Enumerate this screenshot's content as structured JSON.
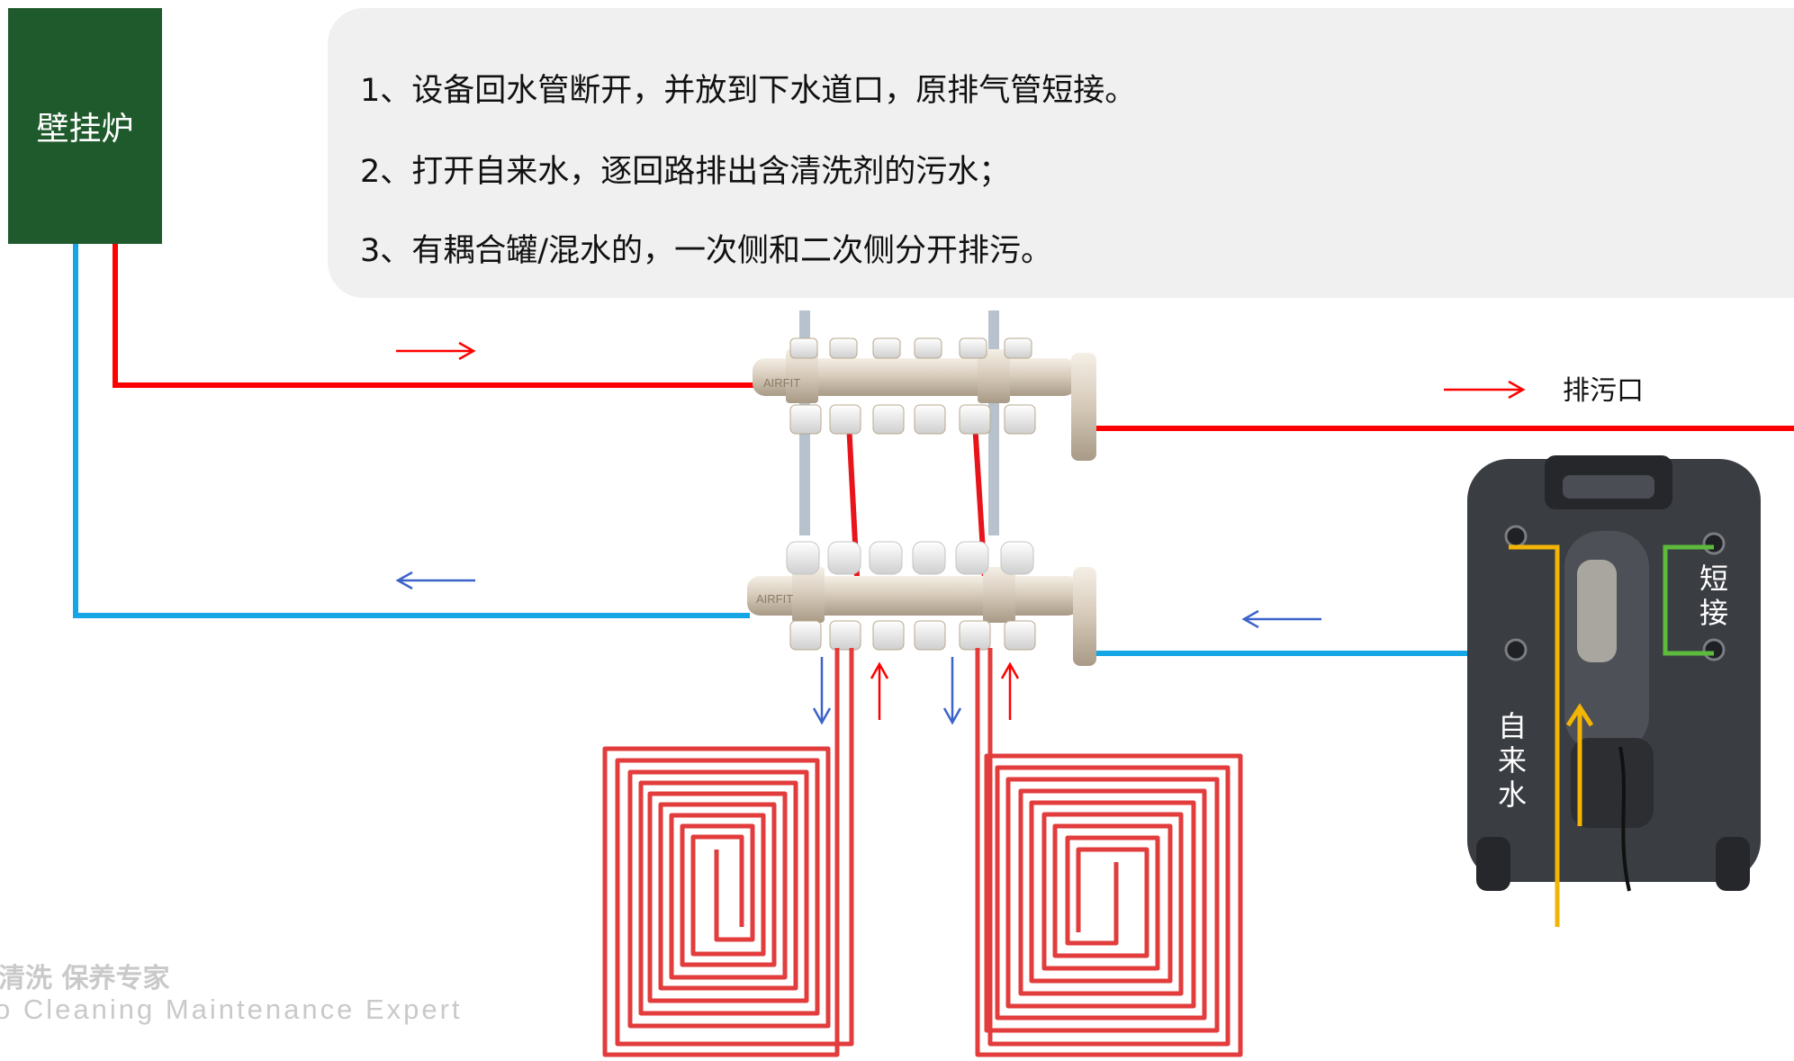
{
  "boiler": {
    "label": "壁挂炉"
  },
  "instructions": [
    "1、设备回水管断开，并放到下水道口，原排气管短接。",
    "2、打开自来水，逐回路排出含清洗剂的污水；",
    "3、有耦合罐/混水的，一次侧和二次侧分开排污。"
  ],
  "labels": {
    "drain_outlet": "排污口",
    "short_connect": [
      "短",
      "接"
    ],
    "tap_water": [
      "自",
      "来",
      "水"
    ]
  },
  "manifold_brand": "AIRFIT",
  "watermark": {
    "cn": "清洗 保养专家",
    "en": "o Cleaning Maintenance Expert"
  },
  "colors": {
    "supply_pipe": "#ff0000",
    "return_pipe": "#16a6e6",
    "arrow_blue": "#3b63c9",
    "bypass": "#5cba3c",
    "tap_flow": "#f2b405",
    "boiler_bg": "#1f5a2c",
    "heating_coil": "#e23c3c",
    "machine": "#3a3d42"
  }
}
